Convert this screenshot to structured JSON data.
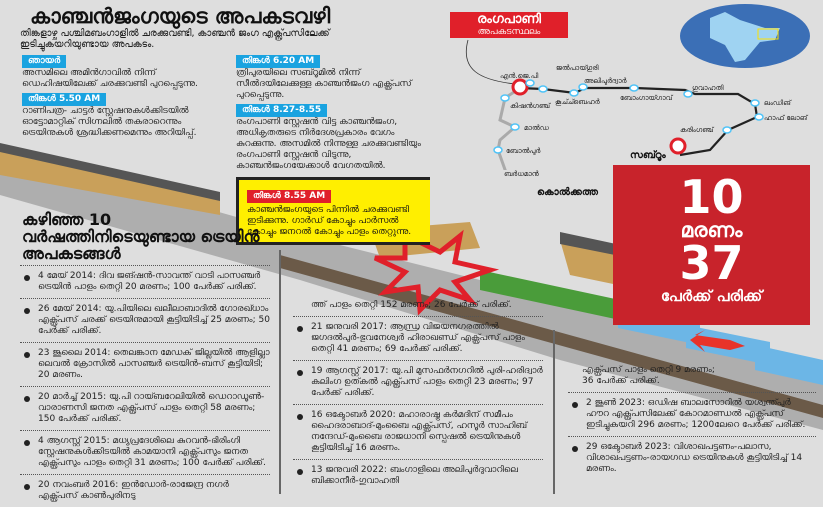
{
  "title": "കാഞ്ചൻജംഗയുടെ അപകടവഴി",
  "subtitle": "തിങ്കളാഴ്ച പശ്ചിമബംഗാളിൽ ചരക്കുവണ്ടി, കാഞ്ചൻ ജംഗ എക്സ്പ്രസിലേക്ക് ഇടിച്ചുകയറിയുണ്ടായ അപകടം.",
  "timeline": [
    {
      "time": "ഞായർ",
      "text": "അസമിലെ അമിൻഗാവിൽ നിന്ന് ഡെഹിഷയിലേക്ക് ചരക്കുവണ്ടി പുറപ്പെടുന്നു."
    },
    {
      "time": "തിങ്കൾ 5.50 AM",
      "text": "റാണിപത്ര- ചാട്ടർ സ്റ്റേഷനുകൾക്കിടയിൽ ഓട്ടോമാറ്റിക് സിഗ്നലിൽ തകരാറെന്നും ട്രെയിനുകൾ ശ്രദ്ധിക്കണമെന്നും അറിയിപ്പ്."
    },
    {
      "time": "തിങ്കൾ 6.20 AM",
      "text": "ത്രിപുരയിലെ സബ്റൂമിൽ നിന്ന് സീൽദയിലേക്കുള്ള കാഞ്ചൻജംഗ എക്സ്പ്രസ് പുറപ്പെടുന്നു."
    },
    {
      "time": "തിങ്കൾ 8.27-8.55",
      "text": "രംഗപാണി സ്റ്റേഷൻ വിട്ട കാഞ്ചൻജംഗ, അധികൃതരുടെ നിർദേശപ്രകാരം വേഗം കുറക്കുന്നു. അസമിൽ നിന്നുള്ള ചരക്കുവണ്ടിയും രംഗപാണി സ്റ്റേഷൻ വിടുന്നു, കാഞ്ചൻജംഗയേക്കാൾ വേഗതയിൽ."
    },
    {
      "time": "തിങ്കൾ 8.55 AM",
      "text": "കാഞ്ചൻജംഗയുടെ പിന്നിൽ ചരക്കുവണ്ടി ഇടിക്കുന്നു. ഗാർഡ് കോച്ചും പാർസൽ കോച്ചും ജനറൽ കോച്ചും പാളം തെറ്റുന്നു."
    }
  ],
  "map": {
    "accident_label": "രംഗപാണി",
    "accident_sub": "അപകടസ്ഥലം",
    "stations": [
      "എൻ.ജെ.പി",
      "ജൽപായ്ഗുരി",
      "കൂച്ച്ബെഹർ",
      "അലിപുർദ്വാർ",
      "ബോംഗായ്ഗാവ്",
      "ഗുവാഹതി",
      "ലംഡിങ്",
      "ഹാഫ് ലോങ്",
      "കരിംഗഞ്ച്",
      "കിഷൻഗഞ്ച്",
      "മാൽഡ",
      "ബോൽപുർ",
      "ബർധമാൻ"
    ],
    "start": "സബ്റൂം",
    "end": "കൊൽക്കത്ത",
    "route_color": "#222222",
    "alt_route_color": "#aaaaaa",
    "station_color": "#4fc3f7",
    "inset_color": "#3b6fb6"
  },
  "stats": {
    "deaths": "10",
    "deaths_label": "മരണം",
    "injured": "37",
    "injured_label": "പേർക്ക് പരിക്ക്"
  },
  "history": {
    "heading": "കഴിഞ്ഞ 10 വർഷത്തിനിടെയുണ്ടായ ട്രെയിൻ അപകടങ്ങൾ",
    "col1": [
      "4 മേയ് 2014: ദിവ ജങ്ഷൻ-സാവന്ത് വാടി പാസഞ്ചർ ട്രെയിൻ പാളം തെറ്റി 20 മരണം; 100 പേർക്ക് പരിക്ക്.",
      "26 മേയ് 2014: യു.പിയിലെ ഖലീലാബാദിൽ ഗോരഖ്ധാം എക്സ്പ്രസ് ചരക്ക് ട്രെയിനുമായി കൂട്ടിയിടിച്ച് 25 മരണം; 50 പേർക്ക് പരിക്ക്.",
      "23 ജൂലൈ 2014: തെലങ്കാന മേഡക് ജില്ലയിൽ ആളില്ലാ ലെവൽ ക്രോസിൽ പാസഞ്ചർ ട്രെയിൻ-ബസ് കൂട്ടിയിടി; 20 മരണം.",
      "20 മാർച്ച് 2015: യു.പി റായ്ബറേലിയിൽ ഡെറാഡൂൺ-വാരാണസി ജനത എക്സ്പ്രസ് പാളം തെറ്റി 58 മരണം; 150 പേർക്ക് പരിക്ക്.",
      "4 ആഗസ്റ്റ് 2015: മധ്യപ്രദേശിലെ കുറവൻ-ഭിരിംഗി സ്റ്റേഷനുകൾക്കിടയിൽ കാമയാനി എക്സ്പ്രസും ജനത എക്സ്പ്രസും പാളം തെറ്റി 31 മരണം; 100 പേർക്ക് പരിക്ക്.",
      "20 നവംബർ 2016: ഇൻഡോർ-രാജേന്ദ്ര നഗർ എക്സ്പ്രസ് കാൺപുരിനടു"
    ],
    "col2_cont": "ത്ത് പാളം തെറ്റി 152 മരണം; 26 പേർക്ക് പരിക്ക്.",
    "col2": [
      "21 ജനുവരി 2017: ആന്ധ്ര വിജയനഗരത്തിൽ ജഗദൽപുർ-ഭുവനേശ്വർ ഹിരാഖണ്ഡ് എക്സ്പ്രസ് പാളം തെറ്റി 41 മരണം; 69 പേർക്ക് പരിക്ക്.",
      "19 ആഗസ്റ്റ് 2017: യു.പി മുസഫർനഗറിൽ പുരി-ഹരിദ്വാർ കലിംഗ ഉത്കൽ എക്സ്പ്രസ് പാളം തെറ്റി 23 മരണം; 97 പേർക്ക് പരിക്ക്.",
      "16 ഒക്ടോബർ 2020: മഹാരാഷ്ട്ര കർമദിന് സമീപം ഹൈദരാബാദ്-മുംബൈ എക്സ്പ്രസ്, ഹസൂർ സാഹിബ് നന്ദേഡ്-മുംബൈ രാജധാനി സ്പെഷൽ ട്രെയിനുകൾ കൂട്ടിയിടിച്ച് 16 മരണം.",
      "13 ജനുവരി 2022: ബംഗാളിലെ അലിപുർദുവാറിലെ ബിക്കാനീർ-ഗുവാഹതി"
    ],
    "col3_cont": "എക്സ്പ്രസ് പാളം തെറ്റി 9 മരണം; 36 പേർക്ക് പരിക്ക്.",
    "col3": [
      "2 ജൂൺ 2023: ഒഡിഷ ബാലസോറിൽ യശ്വന്ത്പുർ ഹൗറ എക്സ്പ്രസിലേക്ക് കോറമാണ്ഡൽ എക്സ്പ്രസ് ഇടിച്ചുകയറി 296 മരണം; 1200ലേറെ പേർക്ക് പരിക്ക്.",
      "29 ഒക്ടോബർ 2023: വിശാഖപട്ടണം-പലാസ, വിശാഖപട്ടണം-രായഗഡ ട്രെയിനുകൾ കൂട്ടിയിടിച്ച് 14 മരണം."
    ]
  }
}
